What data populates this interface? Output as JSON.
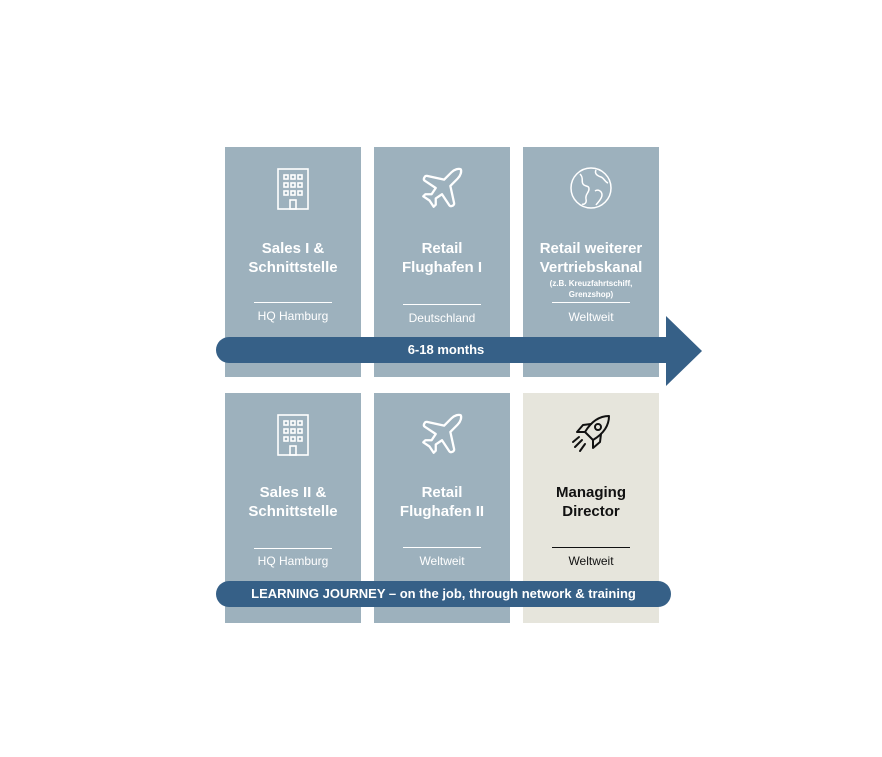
{
  "colors": {
    "tile": "#9db1bd",
    "destination_tile": "#e6e5dc",
    "bar": "#366087"
  },
  "top_row": [
    {
      "icon": "office-building-icon",
      "title_line1": "Sales I &",
      "title_line2": "Schnittstelle",
      "note": "",
      "location": "HQ Hamburg"
    },
    {
      "icon": "airplane-icon",
      "title_line1": "Retail",
      "title_line2": "Flughafen I",
      "note": "",
      "location": "Deutschland"
    },
    {
      "icon": "globe-icon",
      "title_line1": "Retail weiterer",
      "title_line2": "Vertriebskanal",
      "note": "(z.B. Kreuzfahrtschiff, Grenzshop)",
      "location": "Weltweit"
    }
  ],
  "bottom_row": [
    {
      "icon": "office-building-icon",
      "title_line1": "Sales II &",
      "title_line2": "Schnittstelle",
      "location": "HQ Hamburg"
    },
    {
      "icon": "airplane-icon",
      "title_line1": "Retail",
      "title_line2": "Flughafen II",
      "location": "Weltweit"
    },
    {
      "icon": "rocket-icon",
      "title_line1": "Managing",
      "title_line2": "Director",
      "location": "Weltweit"
    }
  ],
  "duration_arrow": {
    "label": "6-18 months"
  },
  "learning_bar": {
    "label": "LEARNING JOURNEY – on the job, through network & training"
  }
}
